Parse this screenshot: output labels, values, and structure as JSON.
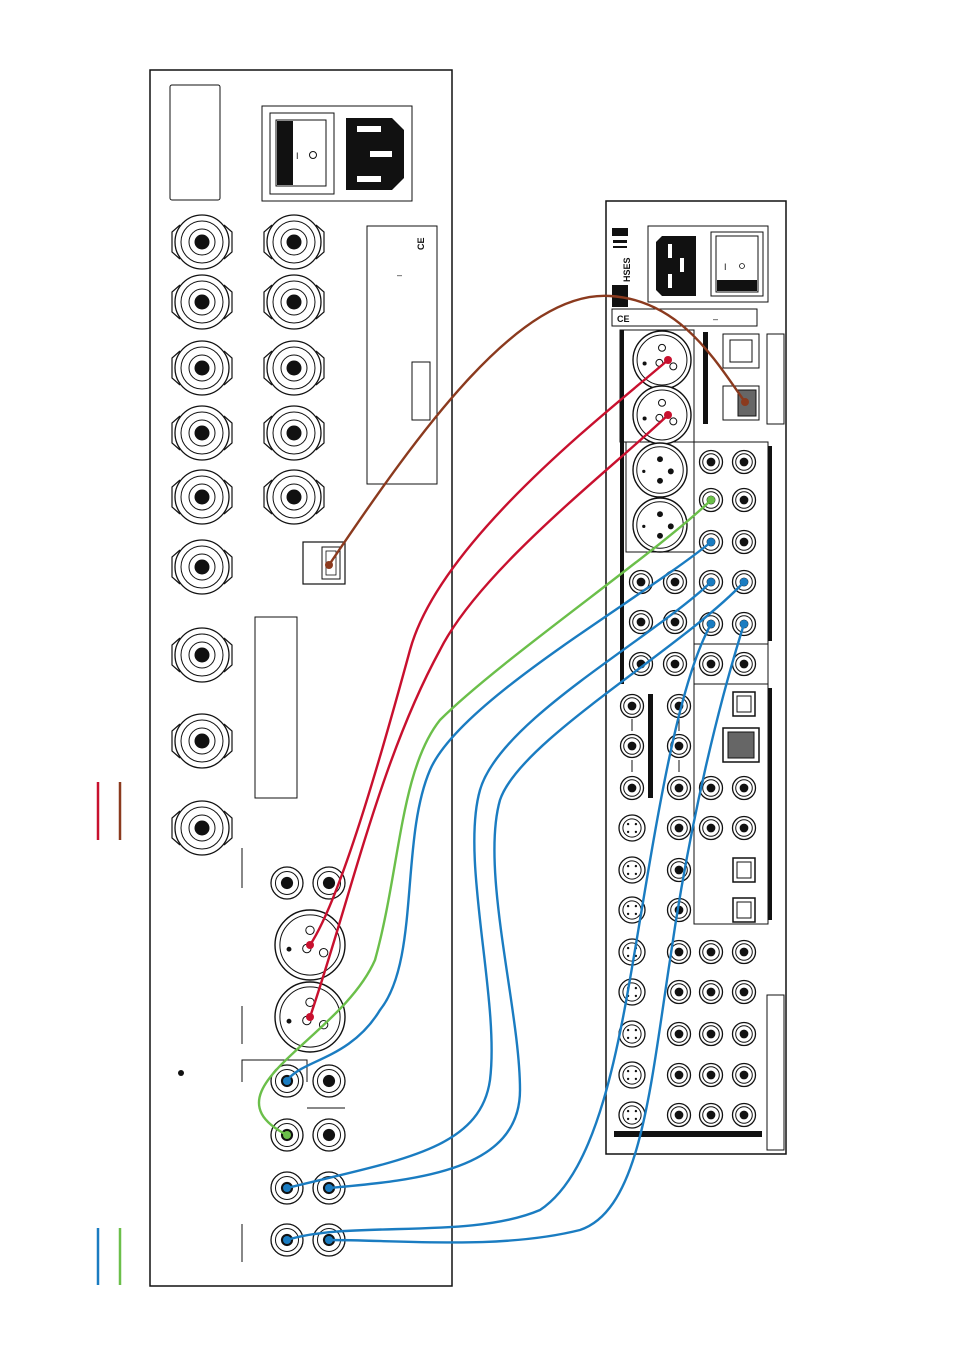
{
  "labels": {
    "power_switch_on": "I",
    "power_switch_off": "O",
    "voltage_dash_left": "–",
    "voltage_dash_right": "–",
    "ce_mark_left": "CE",
    "ce_mark_right": "CE",
    "brand_mark": "HSES"
  },
  "legend": {
    "top": [
      {
        "name": "legend-red-line",
        "color": "#c8102e"
      },
      {
        "name": "legend-brown-line",
        "color": "#8b3a1e"
      }
    ],
    "bottom": [
      {
        "name": "legend-blue-line",
        "color": "#1a7cc1"
      },
      {
        "name": "legend-green-line",
        "color": "#6bbf4a"
      }
    ]
  },
  "colors": {
    "red": "#c8102e",
    "brown": "#8b3a1e",
    "blue": "#1a7cc1",
    "green": "#6bbf4a",
    "outline": "#111111"
  },
  "cables": [
    {
      "name": "cable-brown-usb",
      "color": "brown"
    },
    {
      "name": "cable-red-xlr-1",
      "color": "red"
    },
    {
      "name": "cable-red-xlr-2",
      "color": "red"
    },
    {
      "name": "cable-green-rca",
      "color": "green"
    },
    {
      "name": "cable-blue-rca-1",
      "color": "blue"
    },
    {
      "name": "cable-blue-rca-2",
      "color": "blue"
    },
    {
      "name": "cable-blue-rca-3",
      "color": "blue"
    },
    {
      "name": "cable-blue-rca-4",
      "color": "blue"
    },
    {
      "name": "cable-blue-rca-5",
      "color": "blue"
    }
  ]
}
